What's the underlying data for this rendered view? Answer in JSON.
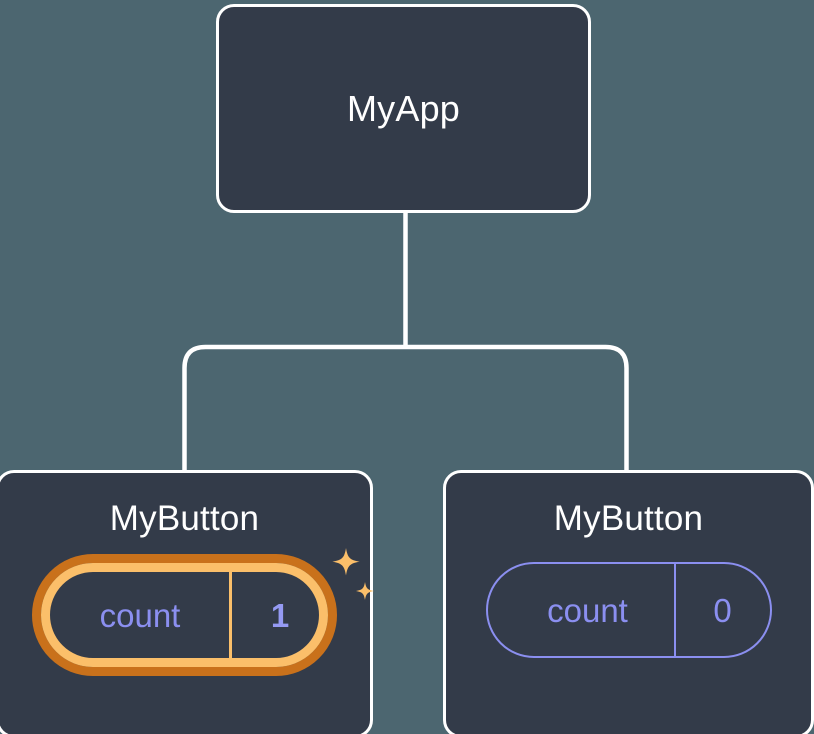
{
  "diagram": {
    "title_semantic": "react-component-tree-state-diagram",
    "background_color": "#4c6670",
    "card_color": "#333b49",
    "card_border_color": "#ffffff",
    "connector_color": "#ffffff",
    "accent_purple": "#8b8ff0",
    "highlight_outer_orange": "#c9711b",
    "highlight_inner_amber": "#fbbf6a"
  },
  "root": {
    "label": "MyApp"
  },
  "children": [
    {
      "label": "MyButton",
      "state": {
        "key": "count",
        "value": "1"
      },
      "highlighted": true,
      "sparkle_icon": "sparkles-icon"
    },
    {
      "label": "MyButton",
      "state": {
        "key": "count",
        "value": "0"
      },
      "highlighted": false
    }
  ]
}
